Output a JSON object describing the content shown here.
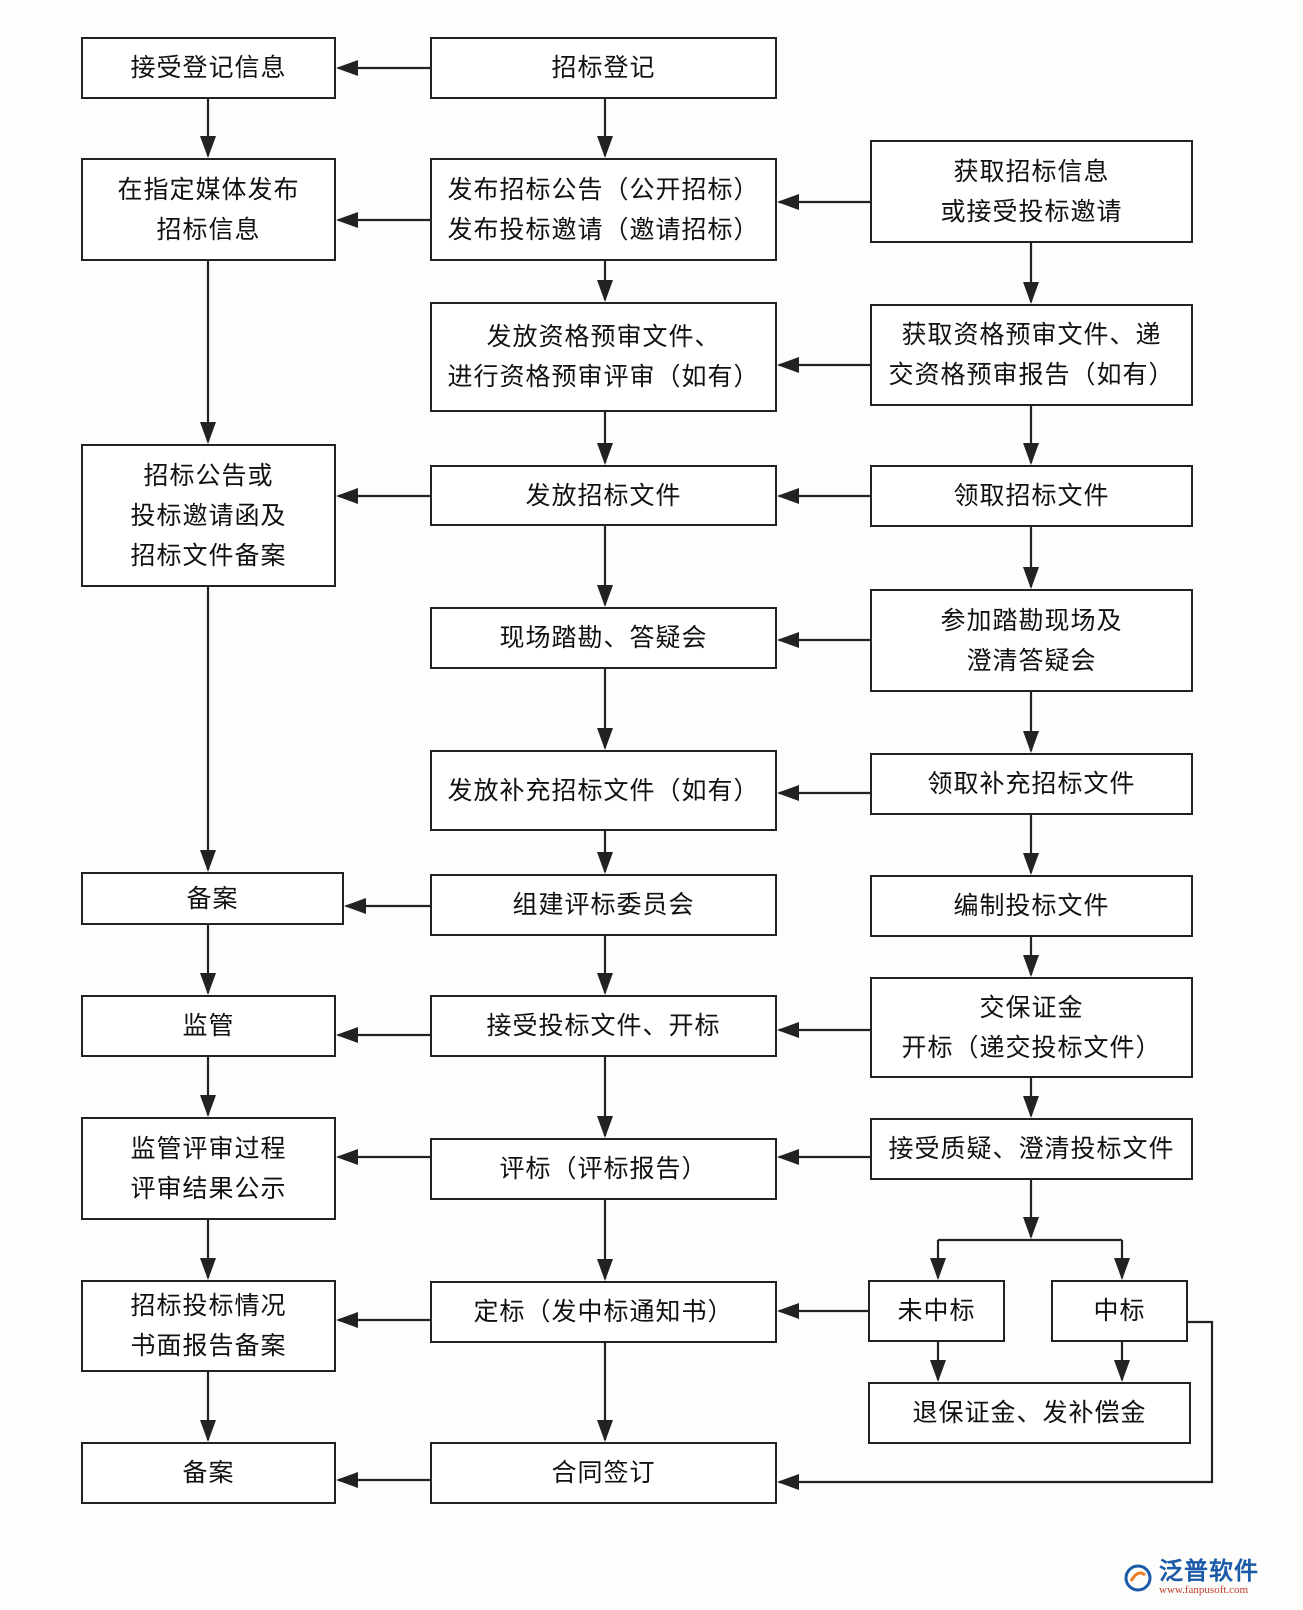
{
  "nodes": {
    "reg_info": [
      "接受登记信息"
    ],
    "tender_reg": [
      "招标登记"
    ],
    "media_publish": [
      "在指定媒体发布",
      "招标信息"
    ],
    "publish_notice": [
      "发布招标公告（公开招标）",
      "发布投标邀请（邀请招标）"
    ],
    "obtain_info": [
      "获取招标信息",
      "或接受投标邀请"
    ],
    "issue_prequal": [
      "发放资格预审文件、",
      "进行资格预审评审（如有）"
    ],
    "get_prequal": [
      "获取资格预审文件、递",
      "交资格预审报告（如有）"
    ],
    "notice_filing": [
      "招标公告或",
      "投标邀请函及",
      "招标文件备案"
    ],
    "issue_docs": [
      "发放招标文件"
    ],
    "receive_docs": [
      "领取招标文件"
    ],
    "site_visit": [
      "现场踏勘、答疑会"
    ],
    "join_site_visit": [
      "参加踏勘现场及",
      "澄清答疑会"
    ],
    "issue_supp": [
      "发放补充招标文件（如有）"
    ],
    "receive_supp": [
      "领取补充招标文件"
    ],
    "filing_1": [
      "备案"
    ],
    "form_committee": [
      "组建评标委员会"
    ],
    "prepare_bid": [
      "编制投标文件"
    ],
    "supervise": [
      "监管"
    ],
    "open_bids": [
      "接受投标文件、开标"
    ],
    "pay_deposit": [
      "交保证金",
      "开标（递交投标文件）"
    ],
    "supervise_review": [
      "监管评审过程",
      "评审结果公示"
    ],
    "evaluation": [
      "评标（评标报告）"
    ],
    "clarify": [
      "接受质疑、澄清投标文件"
    ],
    "report_filing": [
      "招标投标情况",
      "书面报告备案"
    ],
    "award": [
      "定标（发中标通知书）"
    ],
    "not_won": [
      "未中标"
    ],
    "won": [
      "中标"
    ],
    "refund": [
      "退保证金、发补偿金"
    ],
    "filing_2": [
      "备案"
    ],
    "contract": [
      "合同签订"
    ]
  },
  "brand": {
    "name": "泛普软件",
    "url": "www.fanpusoft.com"
  }
}
